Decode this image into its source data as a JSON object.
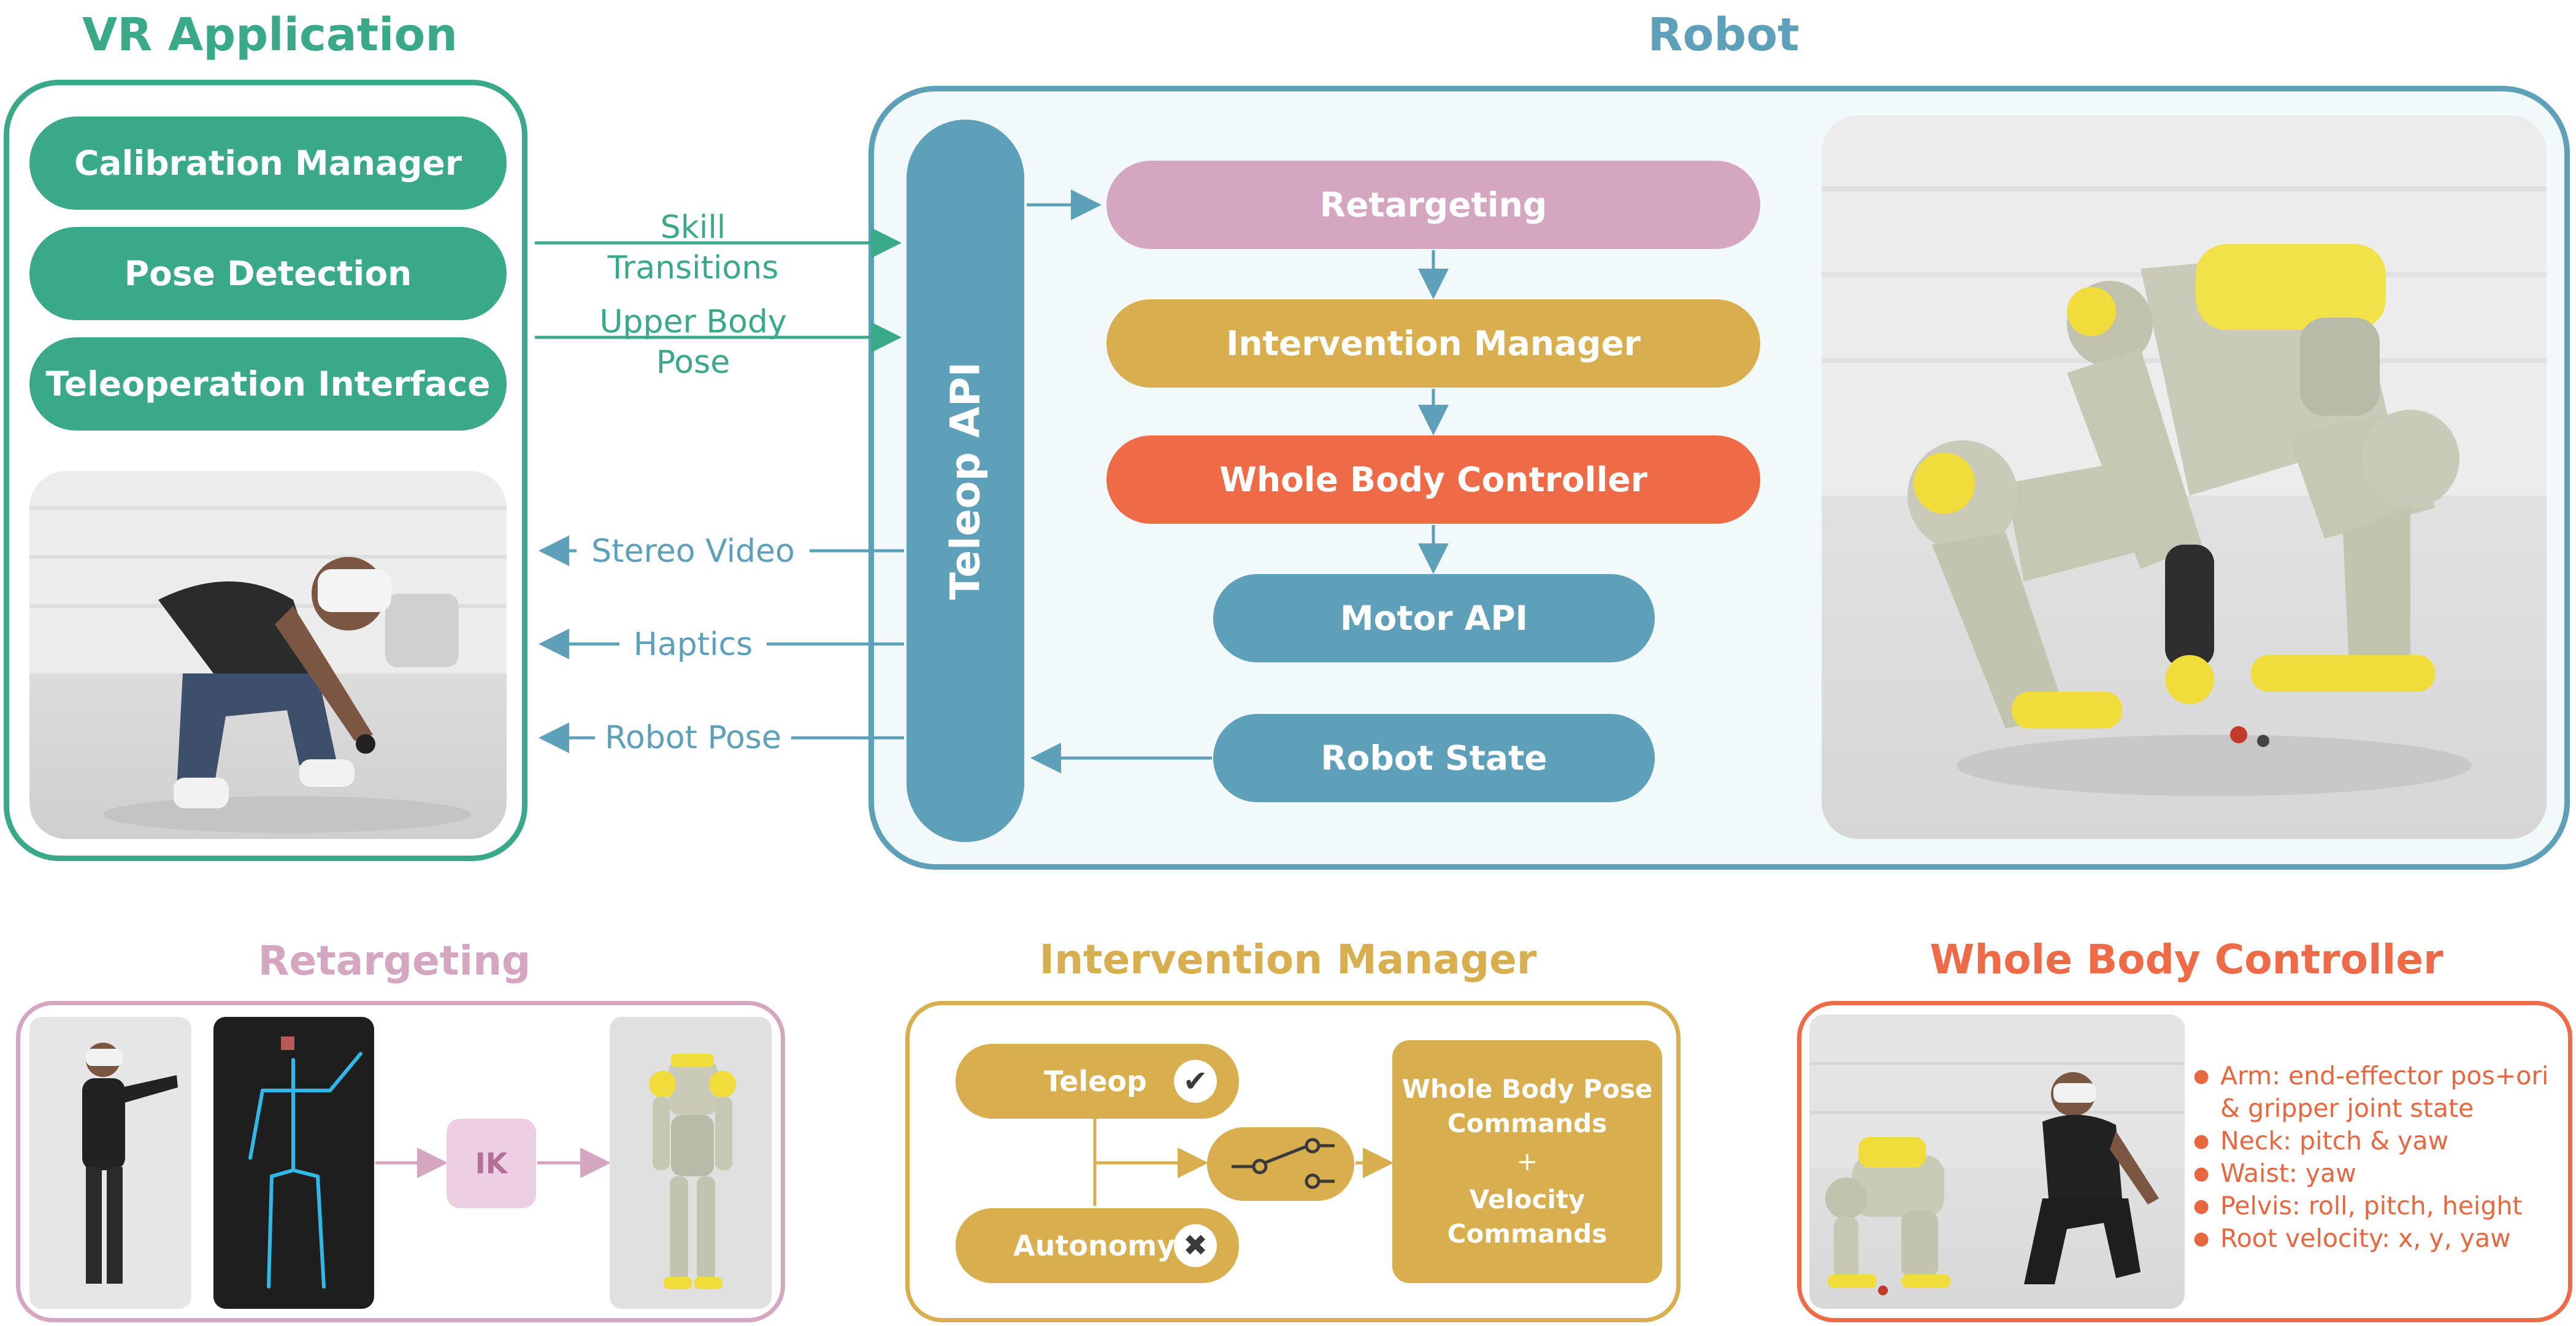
{
  "colors": {
    "teal": "#3aa98a",
    "blue": "#5e9fba",
    "pink": "#d4a6c0",
    "gold": "#d9ae4f",
    "orange": "#ef6b48",
    "wbc_text": "#e8673f"
  },
  "vr_app": {
    "title": "VR Application",
    "buttons": [
      "Calibration Manager",
      "Pose Detection",
      "Teleoperation Interface"
    ]
  },
  "robot": {
    "title": "Robot",
    "teleop_api": "Teleop API",
    "pipeline": {
      "retargeting": "Retargeting",
      "intervention": "Intervention Manager",
      "wbc": "Whole Body Controller",
      "motor_api": "Motor API",
      "robot_state": "Robot State"
    }
  },
  "links": {
    "skill_transitions": "Skill\nTransitions",
    "upper_body_pose": "Upper Body\nPose",
    "stereo_video": "Stereo Video",
    "haptics": "Haptics",
    "robot_pose": "Robot Pose"
  },
  "retargeting_panel": {
    "title": "Retargeting",
    "ik": "IK"
  },
  "intervention_panel": {
    "title": "Intervention Manager",
    "teleop": "Teleop",
    "autonomy": "Autonomy",
    "commands_line1": "Whole Body Pose",
    "commands_line2": "Commands",
    "plus": "+",
    "commands_line3": "Velocity",
    "commands_line4": "Commands"
  },
  "wbc_panel": {
    "title": "Whole Body Controller",
    "items": [
      "Arm: end-effector pos+ori",
      "& gripper joint state",
      "Neck: pitch & yaw",
      "Waist: yaw",
      "Pelvis: roll, pitch, height",
      "Root velocity: x, y, yaw"
    ]
  }
}
